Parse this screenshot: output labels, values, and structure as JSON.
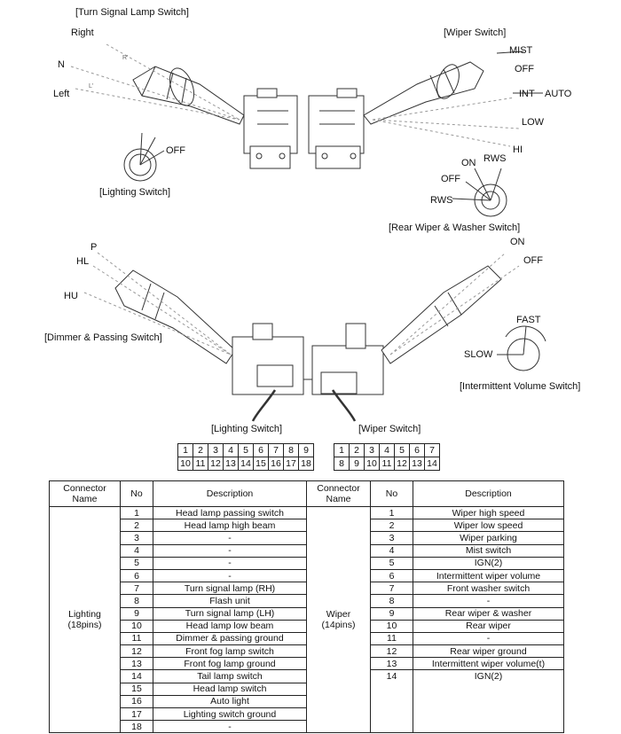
{
  "top_left": {
    "title": "[Turn Signal Lamp Switch]",
    "right": "Right",
    "n": "N",
    "left": "Left",
    "r_marker": "R'",
    "l_marker": "L'"
  },
  "lighting_switch": {
    "title": "[Lighting Switch]",
    "off": "OFF"
  },
  "wiper_switch": {
    "title": "[Wiper Switch]",
    "mist": "MIST",
    "off": "OFF",
    "int": "INT",
    "auto": "AUTO",
    "low": "LOW",
    "hi": "HI"
  },
  "rear_wiper": {
    "title": "[Rear Wiper & Washer Switch]",
    "on": "ON",
    "rws_top": "RWS",
    "off": "OFF",
    "rws_left": "RWS"
  },
  "dimmer": {
    "title": "[Dimmer & Passing Switch]",
    "p": "P",
    "hl": "HL",
    "hu": "HU"
  },
  "intermittent": {
    "title": "[Intermittent Volume Switch]",
    "on": "ON",
    "off": "OFF",
    "fast": "FAST",
    "slow": "SLOW"
  },
  "connector_labels": {
    "lighting": "[Lighting Switch]",
    "wiper": "[Wiper Switch]"
  },
  "lighting_pins": {
    "row1": [
      "1",
      "2",
      "3",
      "4",
      "5",
      "6",
      "7",
      "8",
      "9"
    ],
    "row2": [
      "10",
      "11",
      "12",
      "13",
      "14",
      "15",
      "16",
      "17",
      "18"
    ]
  },
  "wiper_pins": {
    "row1": [
      "1",
      "2",
      "3",
      "4",
      "5",
      "6",
      "7"
    ],
    "row2": [
      "8",
      "9",
      "10",
      "11",
      "12",
      "13",
      "14"
    ]
  },
  "table": {
    "headers": [
      "Connector Name",
      "No",
      "Description",
      "Connector Name",
      "No",
      "Description"
    ],
    "lighting_name": "Lighting (18pins)",
    "wiper_name": "Wiper (14pins)",
    "lighting_rows": [
      {
        "no": "1",
        "desc": "Head lamp passing switch"
      },
      {
        "no": "2",
        "desc": "Head lamp high beam"
      },
      {
        "no": "3",
        "desc": "-"
      },
      {
        "no": "4",
        "desc": "-"
      },
      {
        "no": "5",
        "desc": "-"
      },
      {
        "no": "6",
        "desc": "-"
      },
      {
        "no": "7",
        "desc": "Turn signal lamp (RH)"
      },
      {
        "no": "8",
        "desc": "Flash unit"
      },
      {
        "no": "9",
        "desc": "Turn signal lamp (LH)"
      },
      {
        "no": "10",
        "desc": "Head lamp low beam"
      },
      {
        "no": "11",
        "desc": "Dimmer & passing ground"
      },
      {
        "no": "12",
        "desc": "Front fog lamp switch"
      },
      {
        "no": "13",
        "desc": "Front fog lamp ground"
      },
      {
        "no": "14",
        "desc": "Tail lamp switch"
      },
      {
        "no": "15",
        "desc": "Head lamp switch"
      },
      {
        "no": "16",
        "desc": "Auto light"
      },
      {
        "no": "17",
        "desc": "Lighting switch ground"
      },
      {
        "no": "18",
        "desc": "-"
      }
    ],
    "wiper_rows": [
      {
        "no": "1",
        "desc": "Wiper high speed"
      },
      {
        "no": "2",
        "desc": "Wiper low speed"
      },
      {
        "no": "3",
        "desc": "Wiper parking"
      },
      {
        "no": "4",
        "desc": "Mist switch"
      },
      {
        "no": "5",
        "desc": "IGN(2)"
      },
      {
        "no": "6",
        "desc": "Intermittent wiper volume"
      },
      {
        "no": "7",
        "desc": "Front washer switch"
      },
      {
        "no": "8",
        "desc": "-"
      },
      {
        "no": "9",
        "desc": "Rear wiper & washer"
      },
      {
        "no": "10",
        "desc": "Rear wiper"
      },
      {
        "no": "11",
        "desc": "-"
      },
      {
        "no": "12",
        "desc": "Rear wiper ground"
      },
      {
        "no": "13",
        "desc": "Intermittent wiper volume(t)"
      },
      {
        "no": "14",
        "desc": "IGN(2)"
      }
    ]
  }
}
